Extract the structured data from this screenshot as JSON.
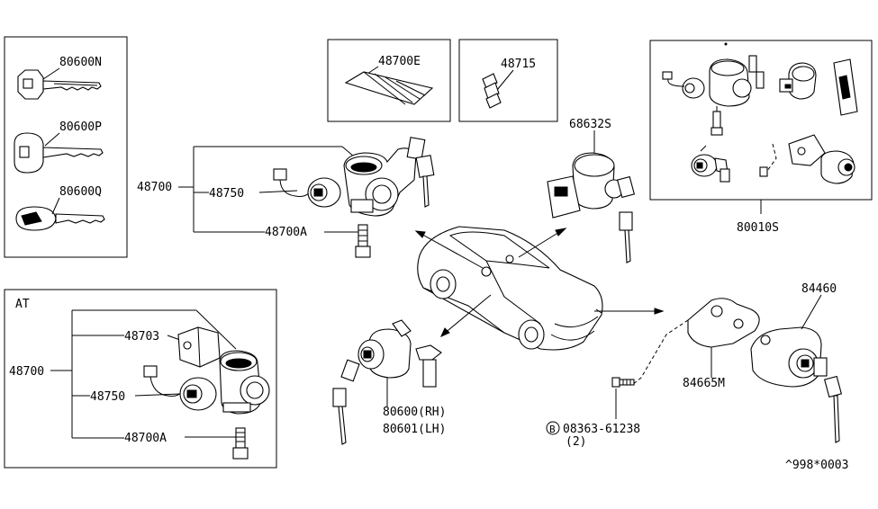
{
  "diagram": {
    "box_keys": {
      "labels": [
        "80600N",
        "80600P",
        "80600Q"
      ]
    },
    "box_at": {
      "title": "AT",
      "label_main": "48700",
      "labels": [
        "48703",
        "48750",
        "48700A"
      ]
    },
    "box_48700E": {
      "label": "48700E"
    },
    "box_48715": {
      "label": "48715"
    },
    "box_kit": {
      "label": "80010S"
    },
    "main_assembly": {
      "label_main": "48700",
      "label_sub": "48750",
      "label_bolt": "48700A"
    },
    "door_lock": {
      "label_rh": "80600(RH)",
      "label_lh": "80601(LH)"
    },
    "glove_lock": {
      "label": "68632S"
    },
    "trunk_lock": {
      "label_cyl": "84460",
      "label_gasket": "84665M"
    },
    "bolt": {
      "circle_letter": "B",
      "part": "08363-61238",
      "qty": "(2)"
    },
    "diagram_code": "^998*0003"
  }
}
